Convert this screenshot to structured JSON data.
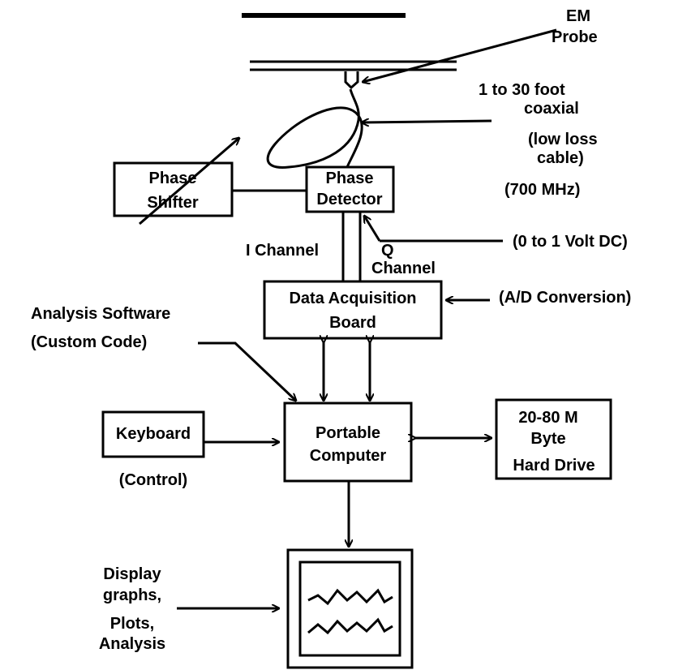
{
  "diagram": {
    "em_probe": {
      "line1": "EM",
      "line2": "Probe"
    },
    "coax": {
      "line1": "1 to 30 foot",
      "line2": "coaxial",
      "line3": "(low loss",
      "line4": "cable)",
      "line5": "(700 MHz)"
    },
    "phase_shifter": {
      "line1": "Phase",
      "line2": "Shifter"
    },
    "phase_detector": {
      "line1": "Phase",
      "line2": "Detector"
    },
    "i_channel": "I Channel",
    "q_channel": {
      "line1": "Q",
      "line2": "Channel"
    },
    "voltage": "(0 to 1 Volt DC)",
    "daq": {
      "line1": "Data Acquisition",
      "line2": "Board"
    },
    "ad_conversion": "(A/D Conversion)",
    "analysis_software": {
      "line1": "Analysis Software",
      "line2": "(Custom Code)"
    },
    "keyboard": "Keyboard",
    "control": "(Control)",
    "computer": {
      "line1": "Portable",
      "line2": "Computer"
    },
    "hard_drive": {
      "line1": "20-80 M",
      "line2": "Byte",
      "line3": "Hard Drive"
    },
    "display": {
      "line1": "Display",
      "line2": "graphs,",
      "line3": "Plots,",
      "line4": "Analysis"
    }
  }
}
